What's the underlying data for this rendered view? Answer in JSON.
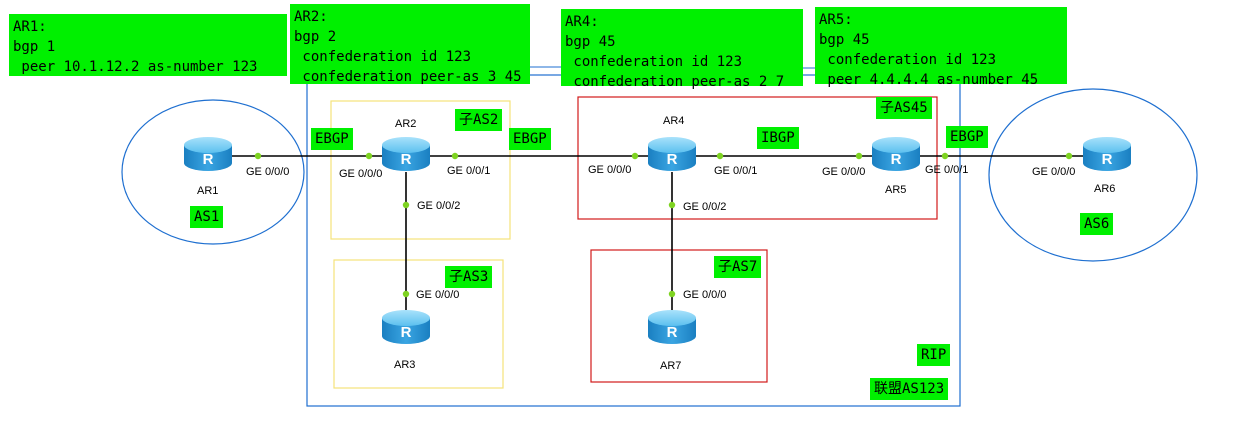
{
  "configs": {
    "ar1": {
      "lines": [
        "AR1:",
        "bgp 1",
        " peer 10.1.12.2 as-number 123"
      ]
    },
    "ar2": {
      "lines": [
        "AR2:",
        "bgp 2",
        " confederation id 123",
        " confederation peer-as 3 45"
      ]
    },
    "ar4": {
      "lines": [
        "AR4:",
        "bgp 45",
        " confederation id 123",
        " confederation peer-as 2 7"
      ]
    },
    "ar5": {
      "lines": [
        "AR5:",
        "bgp 45",
        " confederation id 123",
        " peer 4.4.4.4 as-number 45"
      ]
    }
  },
  "routers": {
    "ar1": "AR1",
    "ar2": "AR2",
    "ar3": "AR3",
    "ar4": "AR4",
    "ar5": "AR5",
    "ar6": "AR6",
    "ar7": "AR7"
  },
  "ports": {
    "ar1_g000": "GE 0/0/0",
    "ar2_g000": "GE 0/0/0",
    "ar2_g001": "GE 0/0/1",
    "ar2_g002": "GE 0/0/2",
    "ar3_g000": "GE 0/0/0",
    "ar4_g000": "GE 0/0/0",
    "ar4_g001": "GE 0/0/1",
    "ar4_g002": "GE 0/0/2",
    "ar5_g000": "GE 0/0/0",
    "ar5_g001": "GE 0/0/1",
    "ar6_g000": "GE 0/0/0",
    "ar7_g000": "GE 0/0/0"
  },
  "labels": {
    "ebgp_left": "EBGP",
    "ebgp_mid": "EBGP",
    "ibgp": "IBGP",
    "ebgp_right": "EBGP",
    "as1": "AS1",
    "as6": "AS6",
    "sub_as2": "子AS2",
    "sub_as3": "子AS3",
    "sub_as45": "子AS45",
    "sub_as7": "子AS7",
    "rip": "RIP",
    "confed": "联盟AS123"
  },
  "colors": {
    "label_bg": "#00f000",
    "confed_border": "#1e6fd0",
    "as_circle": "#1e6fd0",
    "sub_as2_border": "#f5e27a",
    "sub_as45_border": "#d11a1a",
    "link": "#000000",
    "port_dot": "#7ed321",
    "router_body": "#2c9ad8"
  }
}
